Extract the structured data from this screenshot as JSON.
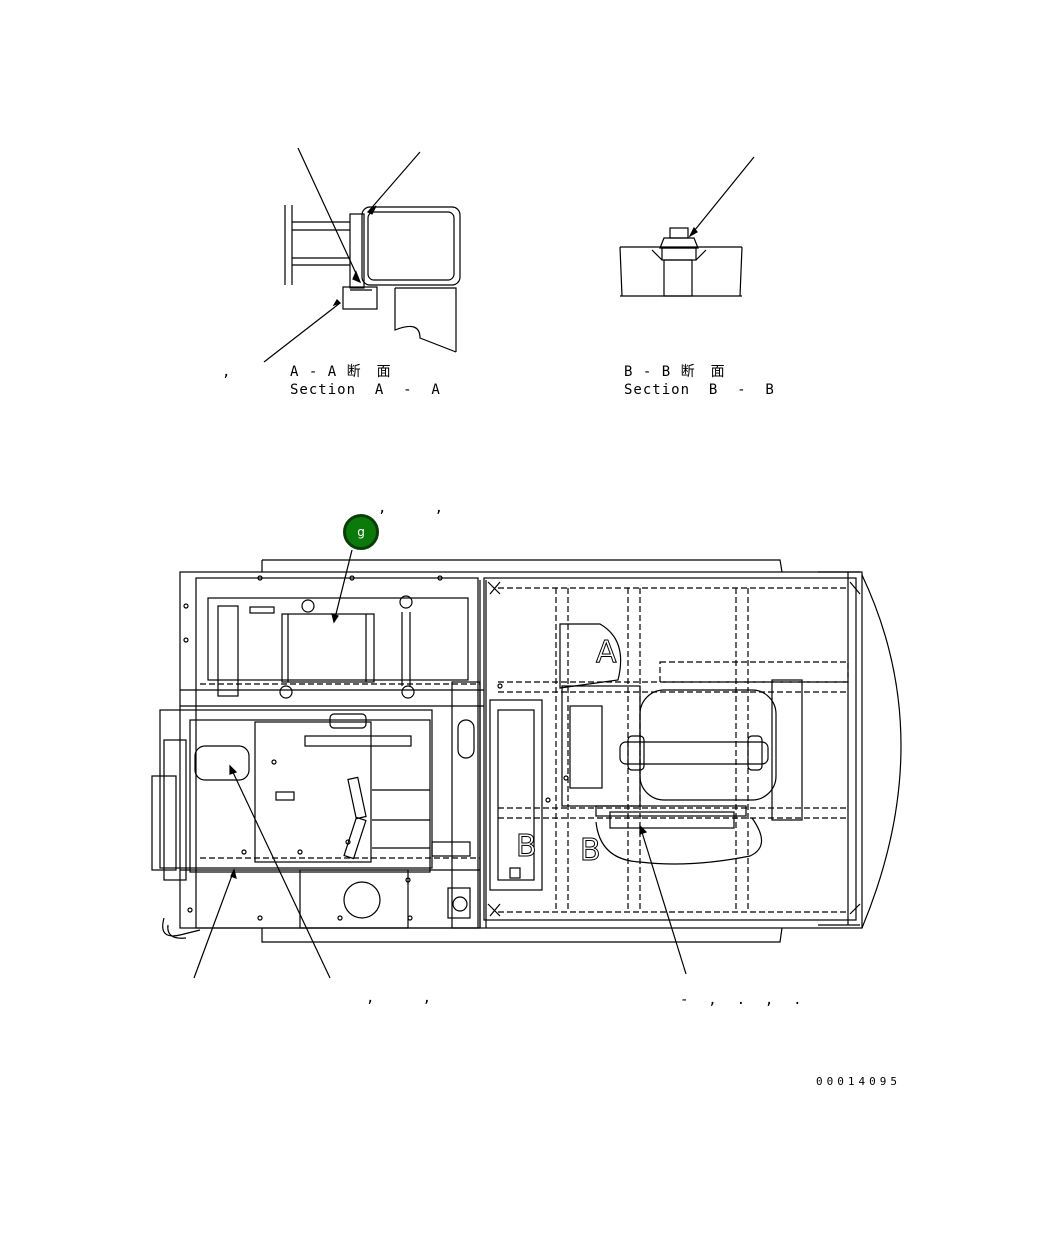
{
  "section_aa": {
    "title_jp": "A - A 断　面",
    "title_en": "Section  A  -  A",
    "comma": ","
  },
  "section_bb": {
    "title_jp": "B - B 断　面",
    "title_en": "Section  B  -  B"
  },
  "callout": {
    "label": "g",
    "color": "#0b7a0b"
  },
  "top_marks": ",     ,",
  "bottom_marks_left": ",     ,",
  "bottom_marks_right": "-  ,  .  ,  .",
  "view_labels": {
    "a": "A",
    "b1": "B",
    "b2": "B"
  },
  "drawing_number": "00014095"
}
